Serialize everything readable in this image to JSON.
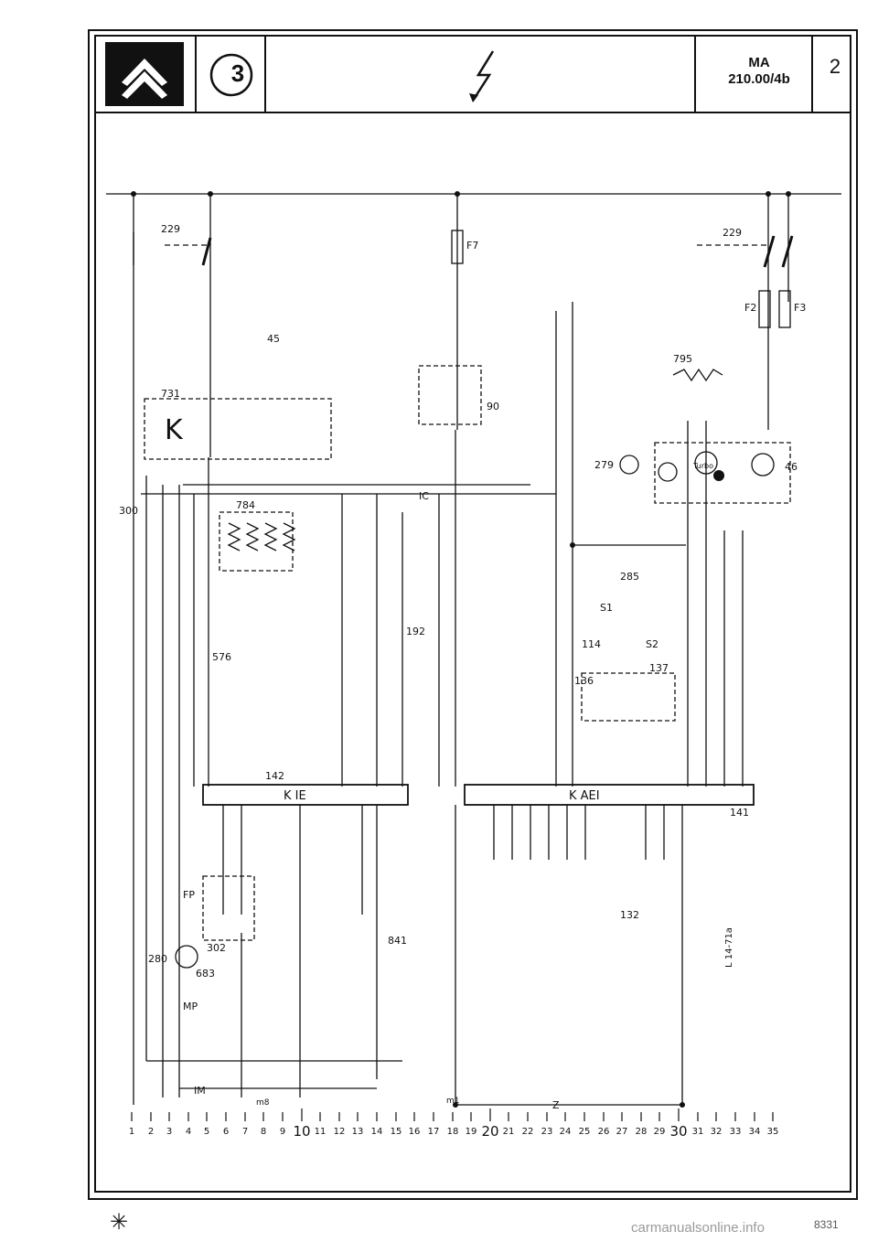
{
  "header": {
    "chapter": "3",
    "ref_line1": "MA",
    "ref_line2": "210.00/4b",
    "sheet": "2",
    "logo_icon": "double-chevron-logo",
    "electric_icon": "lightning-bolt-icon"
  },
  "labels": {
    "ignition_229_left": "229",
    "ignition_229_right": "229",
    "fuse_f7": "F7",
    "fuse_f2": "F2",
    "fuse_f3": "F3",
    "relay_731": "731",
    "relay_k": "K",
    "relay_784": "784",
    "comp_45": "45",
    "comp_90": "90",
    "comp_795": "795",
    "comp_279": "279",
    "comp_46": "46",
    "comp_300": "300",
    "comp_285": "285",
    "comp_576": "576",
    "comp_192": "192",
    "comp_137": "137",
    "comp_136": "136",
    "comp_114": "114",
    "comp_s1": "S1",
    "comp_s2": "S2",
    "ecu_ie": "K IE",
    "ecu_142": "142",
    "ecu_aei": "K AEI",
    "ecu_141": "141",
    "comp_302": "302",
    "comp_683": "683",
    "comp_280": "280",
    "comp_841": "841",
    "comp_132": "132",
    "mp": "MP",
    "fp": "FP",
    "im": "IM",
    "ic": "IC",
    "z": "Z",
    "turbo": "Turbo",
    "ground_m8": "m8",
    "ground_m1": "m1",
    "side_code": "L 14-71a"
  },
  "ruler": [
    "1",
    "2",
    "3",
    "4",
    "5",
    "6",
    "7",
    "8",
    "9",
    "10",
    "11",
    "12",
    "13",
    "14",
    "15",
    "16",
    "17",
    "18",
    "19",
    "20",
    "21",
    "22",
    "23",
    "24",
    "25",
    "26",
    "27",
    "28",
    "29",
    "30",
    "31",
    "32",
    "33",
    "34",
    "35"
  ],
  "footer": {
    "symbol": "✳",
    "code": "8331",
    "watermark": "carmanualsonline.info"
  }
}
